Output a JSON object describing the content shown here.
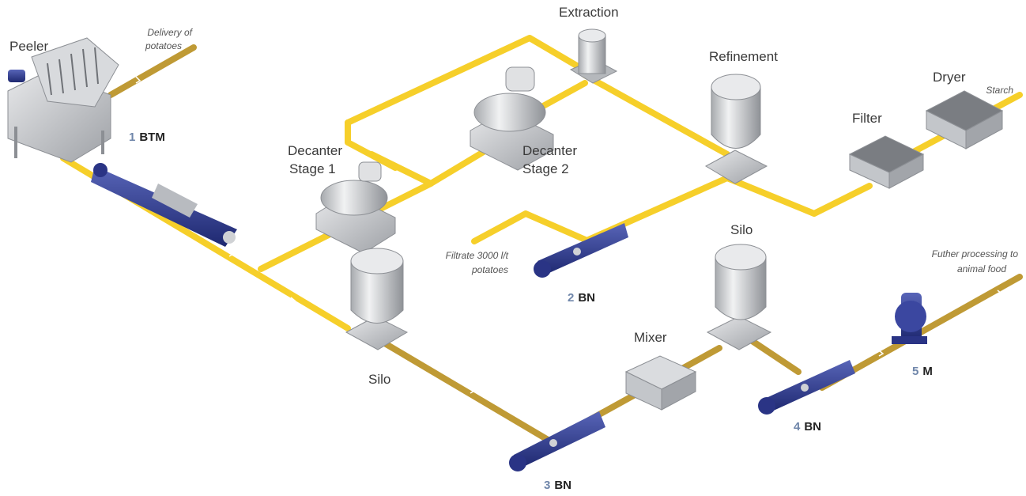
{
  "colors": {
    "pipe_yellow": "#f6cf2a",
    "pipe_olive": "#bf9a35",
    "pump_blue": "#27348b",
    "equipment_grey": "#c8cacd",
    "label_number": "#6f86aa"
  },
  "equipment": {
    "peeler": "Peeler",
    "extraction": "Extraction",
    "refinement": "Refinement",
    "dryer": "Dryer",
    "filter": "Filter",
    "decanter1_line1": "Decanter",
    "decanter1_line2": "Stage 1",
    "decanter2_line1": "Decanter",
    "decanter2_line2": "Stage 2",
    "silo_upper": "Silo",
    "silo_lower": "Silo",
    "mixer": "Mixer"
  },
  "notes": {
    "delivery_line1": "Delivery of",
    "delivery_line2": "potatoes",
    "starch": "Starch",
    "filtrate_line1": "Filtrate 3000 l/t",
    "filtrate_line2": "potatoes",
    "further_line1": "Futher processing to",
    "further_line2": "animal food"
  },
  "pumps": [
    {
      "number": "1",
      "code": "BTM",
      "icon": "progressive-cavity-pump-icon"
    },
    {
      "number": "2",
      "code": "BN",
      "icon": "progressive-cavity-pump-icon"
    },
    {
      "number": "3",
      "code": "BN",
      "icon": "progressive-cavity-pump-icon"
    },
    {
      "number": "4",
      "code": "BN",
      "icon": "progressive-cavity-pump-icon"
    },
    {
      "number": "5",
      "code": "M",
      "icon": "macerator-pump-icon"
    }
  ]
}
